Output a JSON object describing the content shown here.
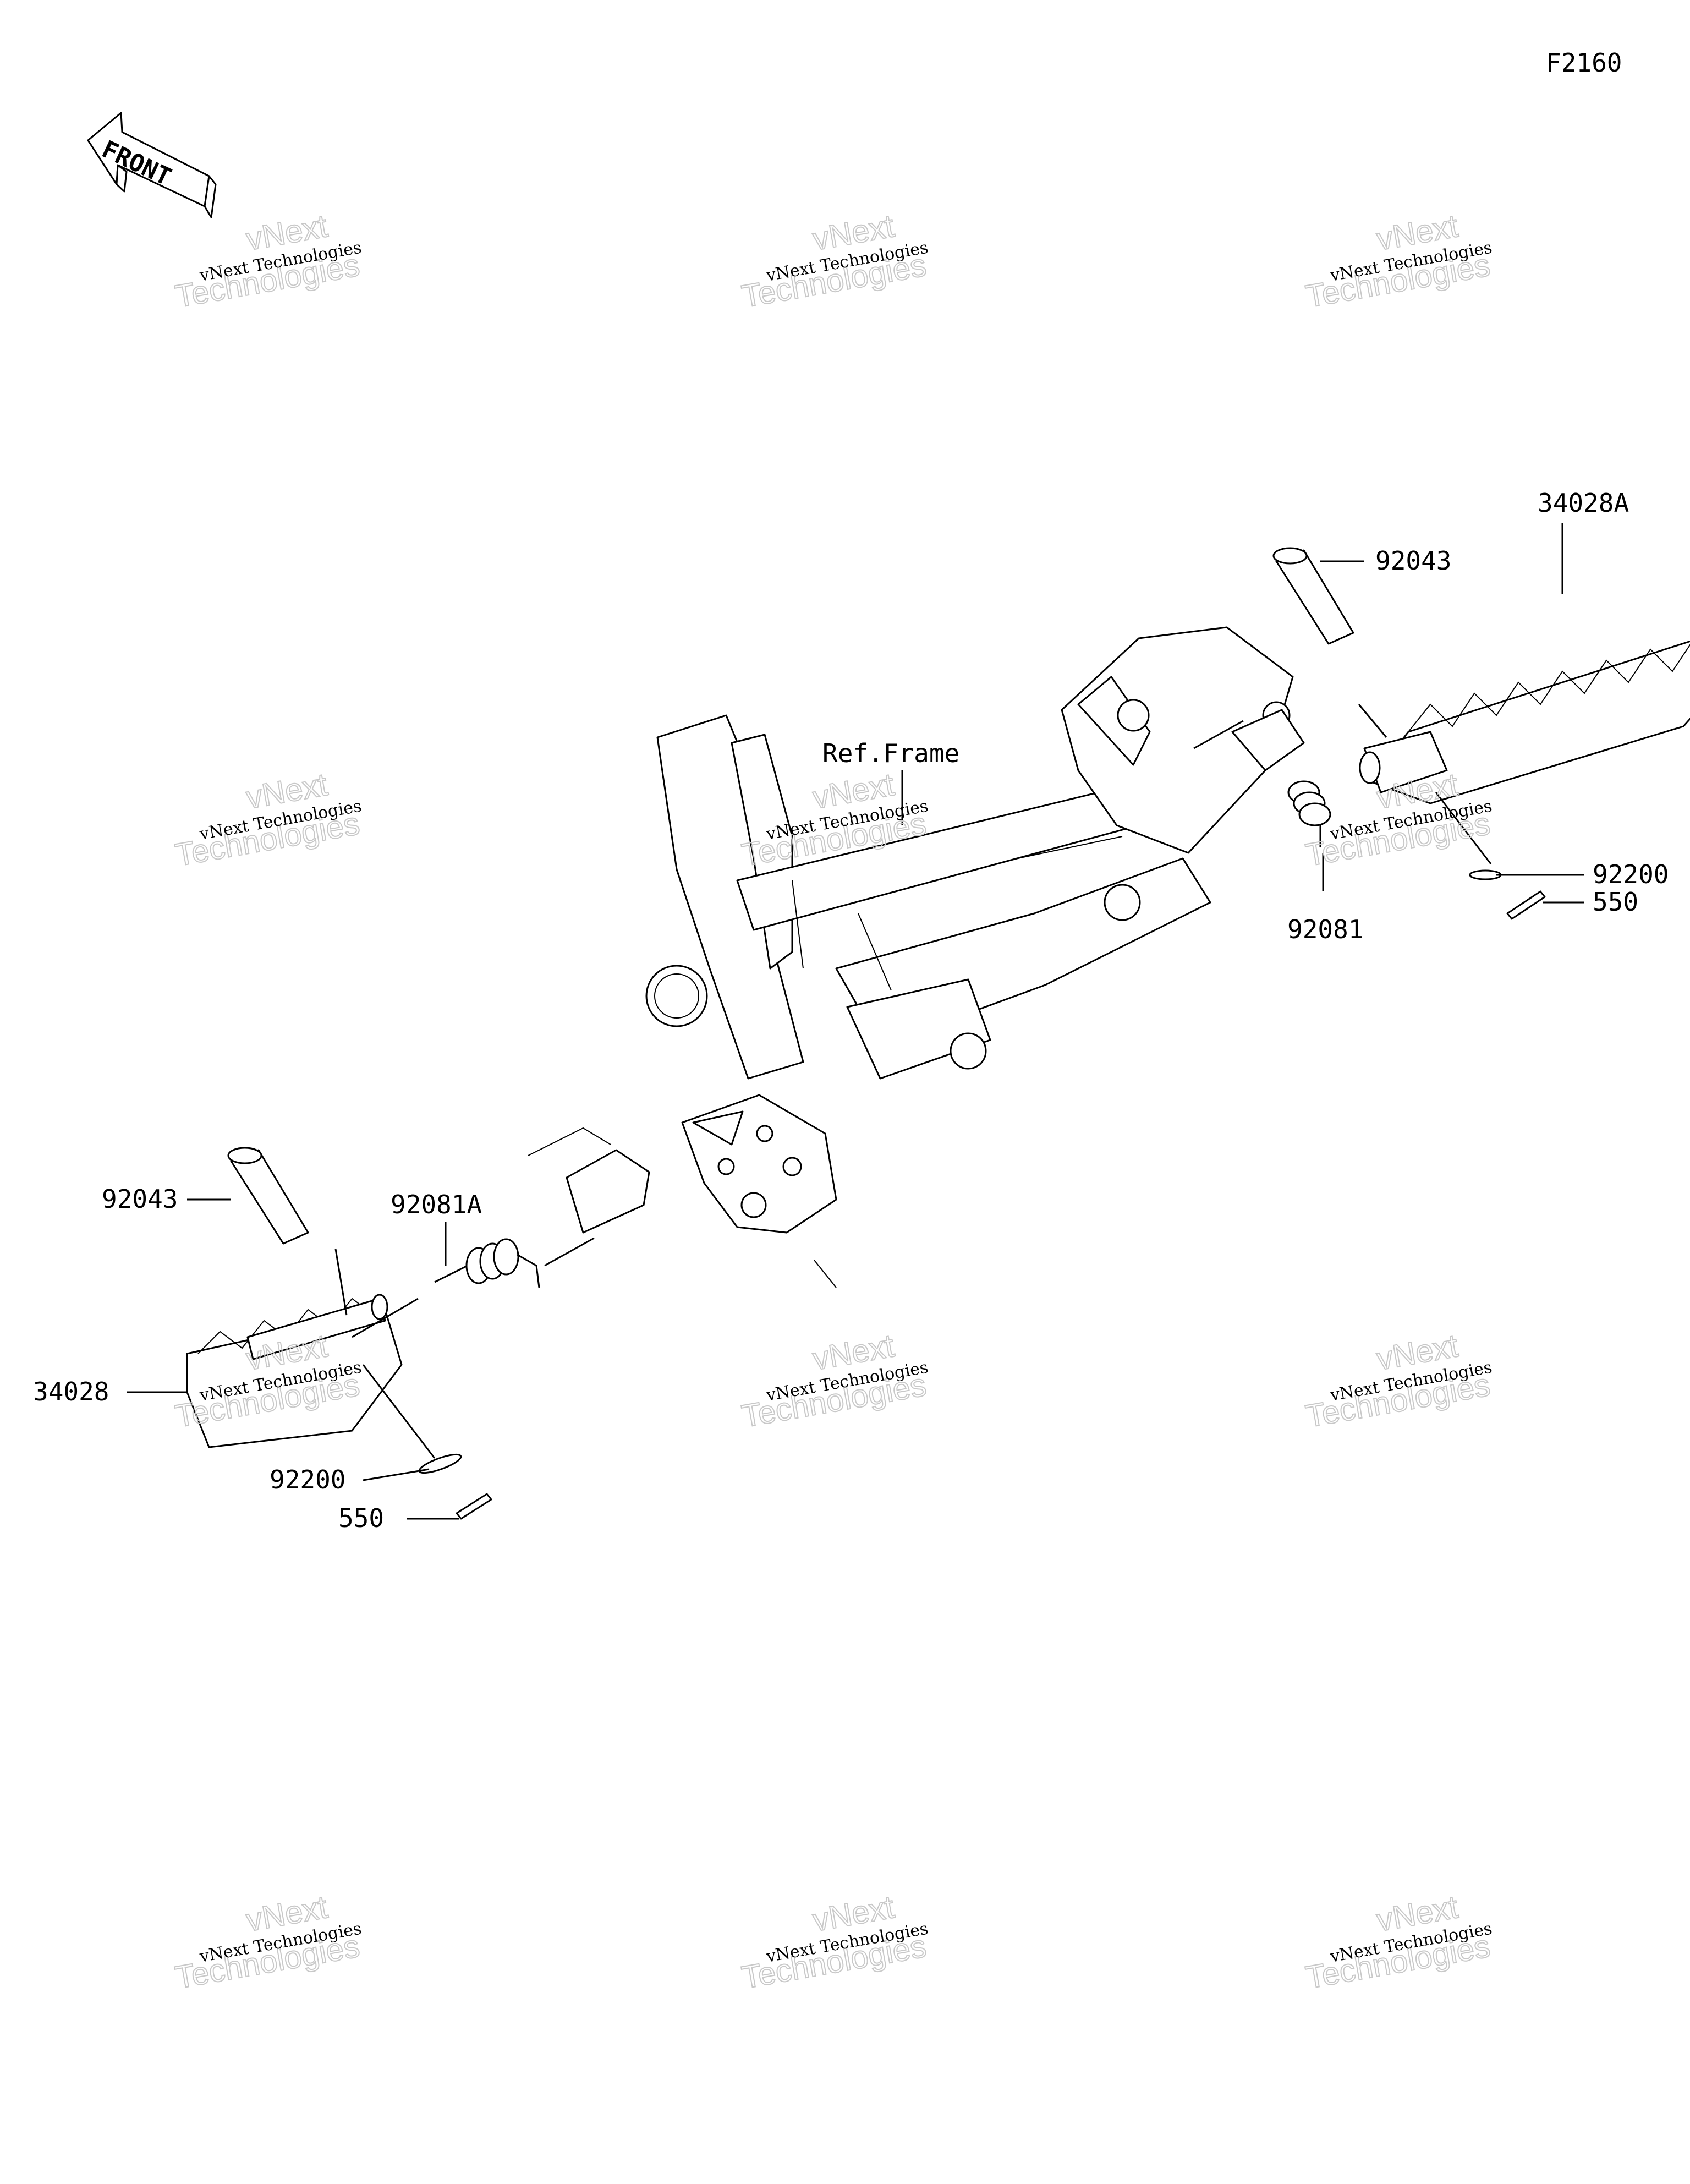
{
  "diagram_code": "F2160",
  "front_arrow_label": "FRONT",
  "watermark": {
    "line1": "vNext Technologies",
    "line2": "Technologies",
    "line3": "vNext"
  },
  "reference_label": "Ref.Frame",
  "parts": {
    "footpeg_right": "34028A",
    "footpeg_left": "34028",
    "pin_right": "92043",
    "pin_left": "92043",
    "spring_right": "92081",
    "spring_left": "92081A",
    "washer_right": "92200",
    "washer_left": "92200",
    "cotter_pin_right": "550",
    "cotter_pin_left": "550"
  }
}
